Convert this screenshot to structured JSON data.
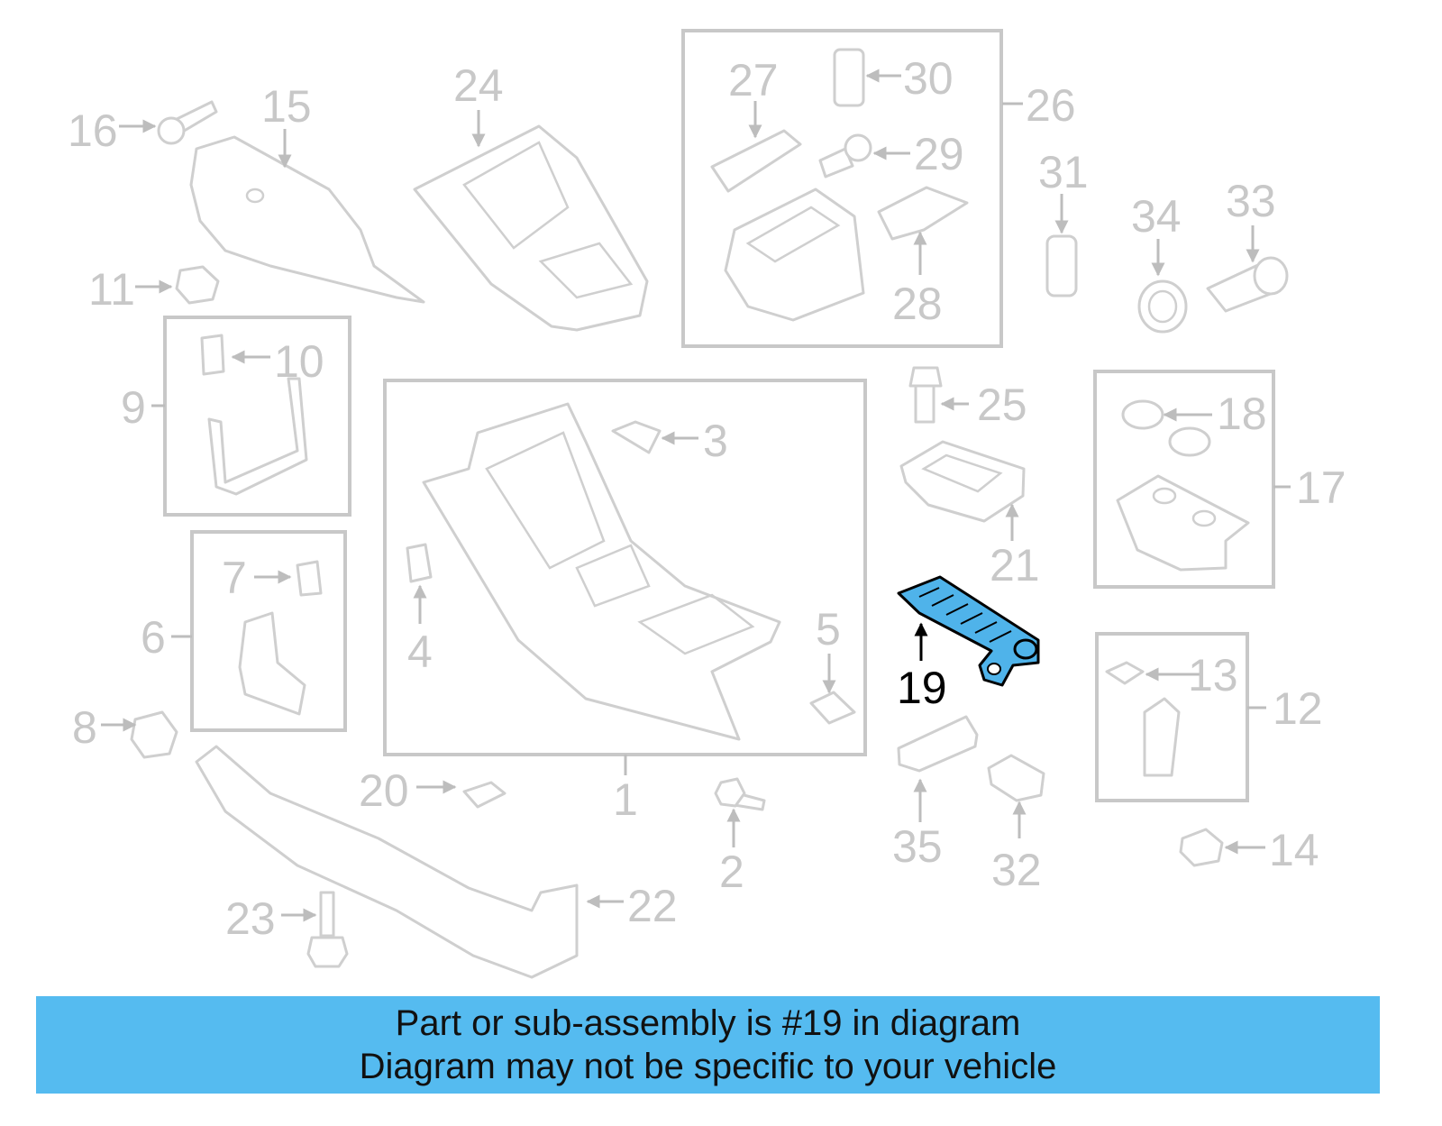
{
  "callouts": {
    "c1": "1",
    "c2": "2",
    "c3": "3",
    "c4": "4",
    "c5": "5",
    "c6": "6",
    "c7": "7",
    "c8": "8",
    "c9": "9",
    "c10": "10",
    "c11": "11",
    "c12": "12",
    "c13": "13",
    "c14": "14",
    "c15": "15",
    "c16": "16",
    "c17": "17",
    "c18": "18",
    "c19": "19",
    "c20": "20",
    "c21": "21",
    "c22": "22",
    "c23": "23",
    "c24": "24",
    "c25": "25",
    "c26": "26",
    "c27": "27",
    "c28": "28",
    "c29": "29",
    "c30": "30",
    "c31": "31",
    "c32": "32",
    "c33": "33",
    "c34": "34",
    "c35": "35"
  },
  "highlight": {
    "part": "19",
    "color": "#4fb3ea"
  },
  "banner": {
    "line1": "Part or sub-assembly is #19 in diagram",
    "line2": "Diagram may not be specific to your vehicle",
    "color": "#55bbf0"
  }
}
